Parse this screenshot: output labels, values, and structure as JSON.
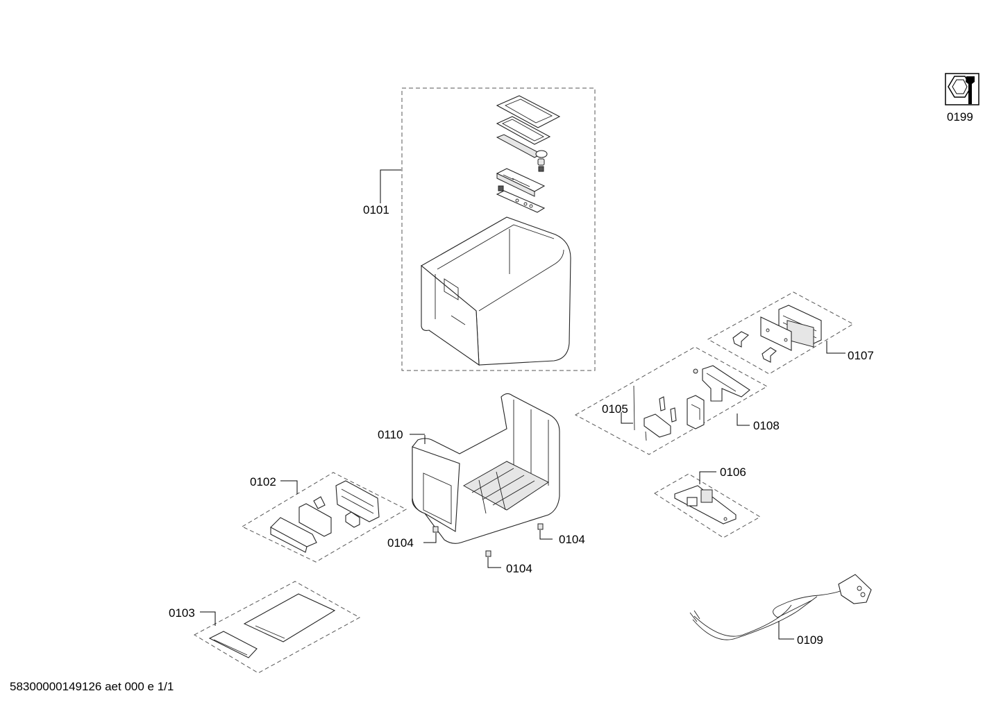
{
  "service_icon": {
    "name": "wrench-nut-icon",
    "label": "0199"
  },
  "callouts": {
    "c0101": "0101",
    "c0102": "0102",
    "c0103": "0103",
    "c0104a": "0104",
    "c0104b": "0104",
    "c0104c": "0104",
    "c0105": "0105",
    "c0106": "0106",
    "c0107": "0107",
    "c0108": "0108",
    "c0109": "0109",
    "c0110": "0110"
  },
  "footer": {
    "doc_id": "58300000149126 aet 000 e 1/1"
  }
}
